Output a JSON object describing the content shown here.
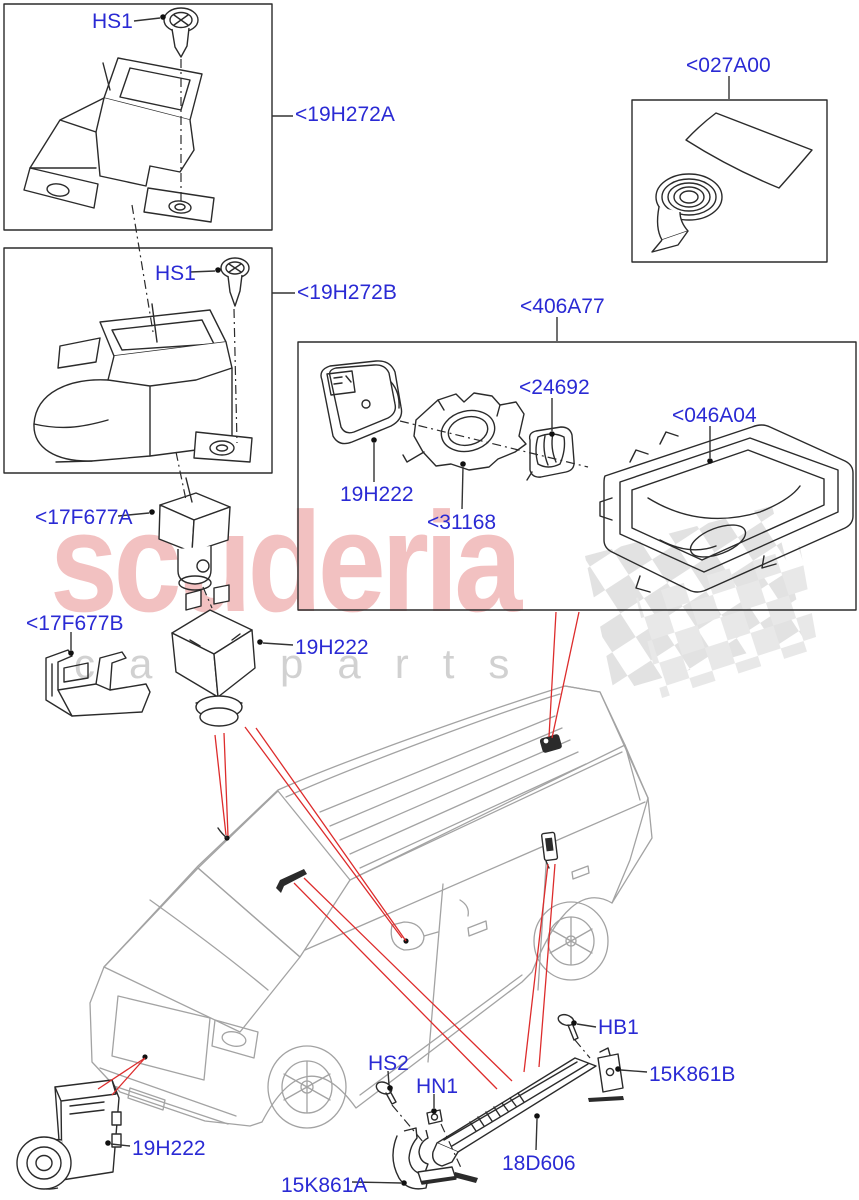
{
  "watermark": {
    "brand": "scuderia",
    "subtitle": "car parts"
  },
  "colors": {
    "label_blue": "#2a2ad4",
    "line_red": "#dd2c2c",
    "ink": "#2b2b2b",
    "car_gray": "#a3a3a3",
    "watermark_red": "#e98f8f",
    "watermark_gray": "#c9c9c9"
  },
  "labels": {
    "hs1_top": "HS1",
    "bracket_upper": "<19H272A",
    "hs1_lower": "HS1",
    "bracket_lower": "<19H272B",
    "tape_kit": "<027A00",
    "camera_kit": "<406A77",
    "seal": "<24692",
    "display_unit": "<046A04",
    "camera_rear": "19H222",
    "camera_bracket": "<31168",
    "cover_a": "<17F677A",
    "cover_b": "<17F677B",
    "camera_mirror": "19H222",
    "screw_hs2": "HS2",
    "nut_hn1": "HN1",
    "bolt_hb1": "HB1",
    "bracket_right": "15K861B",
    "deflector": "18D606",
    "bracket_left": "15K861A",
    "camera_front": "19H222"
  }
}
